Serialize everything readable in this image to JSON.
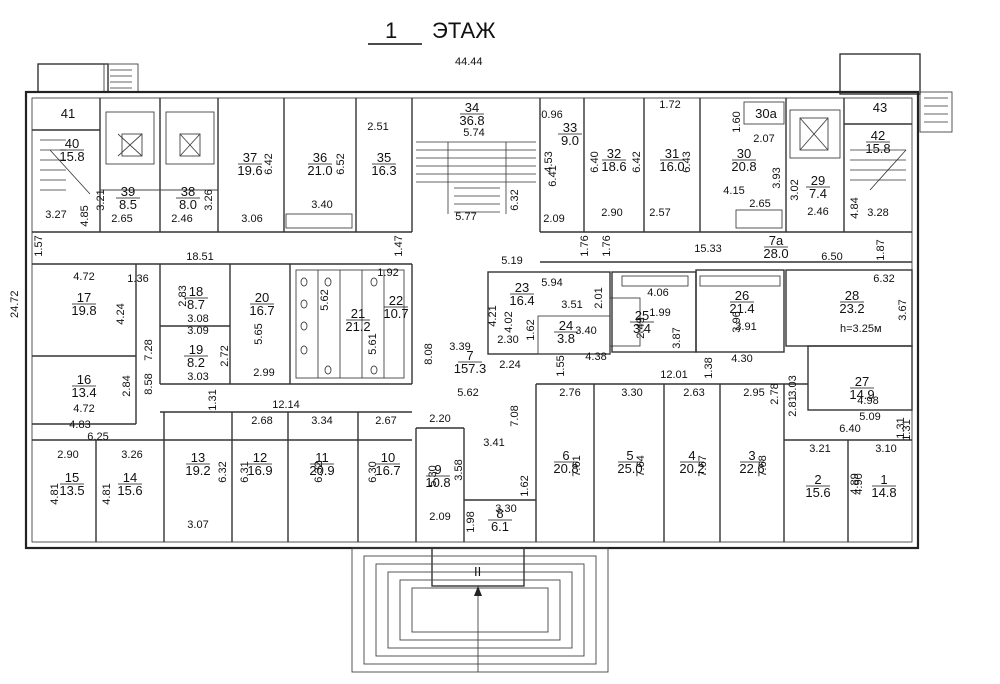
{
  "header": {
    "floor_number": "1",
    "floor_word": "ЭТАЖ",
    "overall_width": "44.44",
    "overall_height": "24.72"
  },
  "rooms": [
    {
      "id": "41",
      "num": "41",
      "area": ""
    },
    {
      "id": "40",
      "num": "40",
      "area": "15.8"
    },
    {
      "id": "39",
      "num": "39",
      "area": "8.5"
    },
    {
      "id": "38",
      "num": "38",
      "area": "8.0"
    },
    {
      "id": "37",
      "num": "37",
      "area": "19.6"
    },
    {
      "id": "36",
      "num": "36",
      "area": "21.0"
    },
    {
      "id": "35",
      "num": "35",
      "area": "16.3"
    },
    {
      "id": "34",
      "num": "34",
      "area": "36.8"
    },
    {
      "id": "33",
      "num": "33",
      "area": "9.0"
    },
    {
      "id": "32",
      "num": "32",
      "area": "18.6"
    },
    {
      "id": "31",
      "num": "31",
      "area": "16.0"
    },
    {
      "id": "30",
      "num": "30",
      "area": "20.8"
    },
    {
      "id": "30a",
      "num": "30а",
      "area": ""
    },
    {
      "id": "29",
      "num": "29",
      "area": "7.4"
    },
    {
      "id": "43",
      "num": "43",
      "area": ""
    },
    {
      "id": "42",
      "num": "42",
      "area": "15.8"
    },
    {
      "id": "7a",
      "num": "7а",
      "area": "28.0"
    },
    {
      "id": "17",
      "num": "17",
      "area": "19.8"
    },
    {
      "id": "18",
      "num": "18",
      "area": "8.7"
    },
    {
      "id": "19",
      "num": "19",
      "area": "8.2"
    },
    {
      "id": "20",
      "num": "20",
      "area": "16.7"
    },
    {
      "id": "21",
      "num": "21",
      "area": "21.2"
    },
    {
      "id": "22",
      "num": "22",
      "area": "10.7"
    },
    {
      "id": "23",
      "num": "23",
      "area": "16.4"
    },
    {
      "id": "24",
      "num": "24",
      "area": "3.8"
    },
    {
      "id": "25",
      "num": "25",
      "area": "3.4"
    },
    {
      "id": "26",
      "num": "26",
      "area": "21.4"
    },
    {
      "id": "28",
      "num": "28",
      "area": "23.2"
    },
    {
      "id": "16",
      "num": "16",
      "area": "13.4"
    },
    {
      "id": "7",
      "num": "7",
      "area": "157.3"
    },
    {
      "id": "27",
      "num": "27",
      "area": "14.9"
    },
    {
      "id": "15",
      "num": "15",
      "area": "13.5"
    },
    {
      "id": "14",
      "num": "14",
      "area": "15.6"
    },
    {
      "id": "13",
      "num": "13",
      "area": "19.2"
    },
    {
      "id": "12",
      "num": "12",
      "area": "16.9"
    },
    {
      "id": "11",
      "num": "11",
      "area": "20.9"
    },
    {
      "id": "10",
      "num": "10",
      "area": "16.7"
    },
    {
      "id": "9",
      "num": "9",
      "area": "10.8"
    },
    {
      "id": "8",
      "num": "8",
      "area": "6.1"
    },
    {
      "id": "6",
      "num": "6",
      "area": "20.8"
    },
    {
      "id": "5",
      "num": "5",
      "area": "25.0"
    },
    {
      "id": "4",
      "num": "4",
      "area": "20.2"
    },
    {
      "id": "3",
      "num": "3",
      "area": "22.6"
    },
    {
      "id": "2",
      "num": "2",
      "area": "15.6"
    },
    {
      "id": "1",
      "num": "1",
      "area": "14.8"
    }
  ],
  "ceiling_note": "h=3.25м",
  "entrance_label": "II",
  "dimensions": [
    "3.27",
    "4.85",
    "2.65",
    "3.21",
    "2.46",
    "3.26",
    "3.06",
    "6.42",
    "3.40",
    "6.52",
    "2.51",
    "5.74",
    "0.96",
    "4.53",
    "6.41",
    "6.40",
    "2.09",
    "2.90",
    "1.72",
    "6.43",
    "2.57",
    "6.42",
    "1.60",
    "2.07",
    "4.15",
    "3.93",
    "2.65",
    "3.02",
    "2.46",
    "4.84",
    "3.28",
    "5.77",
    "6.32",
    "1.57",
    "18.51",
    "1.47",
    "1.76",
    "1.76",
    "15.33",
    "6.50",
    "1.87",
    "5.19",
    "4.72",
    "1.36",
    "2.83",
    "4.24",
    "3.08",
    "3.09",
    "5.62",
    "1.92",
    "5.65",
    "5.61",
    "8.08",
    "5.94",
    "4.21",
    "4.02",
    "2.01",
    "3.51",
    "3.40",
    "2.30",
    "1.62",
    "2.24",
    "4.06",
    "1.99",
    "2.49",
    "3.96",
    "3.91",
    "3.87",
    "6.32",
    "3.67",
    "7.28",
    "8.58",
    "2.72",
    "3.03",
    "2.99",
    "3.39",
    "1.55",
    "4.38",
    "1.38",
    "4.30",
    "2.84",
    "4.72",
    "12.01",
    "2.78",
    "3.03",
    "1.31",
    "12.14",
    "4.83",
    "2.76",
    "3.30",
    "2.63",
    "2.95",
    "5.62",
    "2.81",
    "4.98",
    "5.09",
    "1.31",
    "6.25",
    "2.68",
    "3.34",
    "2.67",
    "2.20",
    "7.08",
    "6.40",
    "1.31",
    "2.90",
    "3.26",
    "3.21",
    "3.10",
    "4.81",
    "4.81",
    "6.32",
    "6.31",
    "6.32",
    "6.30",
    "5.30",
    "3.58",
    "3.41",
    "7.61",
    "7.64",
    "7.67",
    "7.68",
    "4.89",
    "4.90",
    "1.62",
    "3.07",
    "2.09",
    "1.98",
    "3.30"
  ]
}
